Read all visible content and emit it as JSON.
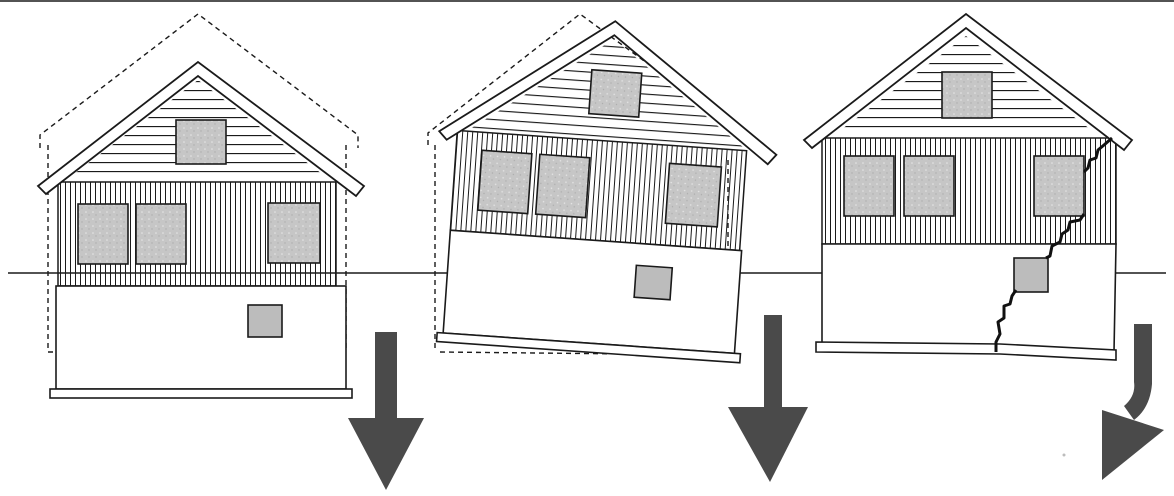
{
  "figure": {
    "panels": [
      {
        "id": "uniform-settlement",
        "arrow": "down"
      },
      {
        "id": "tilting-settlement",
        "arrow": "down"
      },
      {
        "id": "differential-settlement",
        "arrow": "curved-down"
      }
    ],
    "colors": {
      "line": "#1a1a1a",
      "window_fill": "#c9c9c9",
      "arrow_fill": "#4a4a4a",
      "background": "#ffffff"
    }
  }
}
